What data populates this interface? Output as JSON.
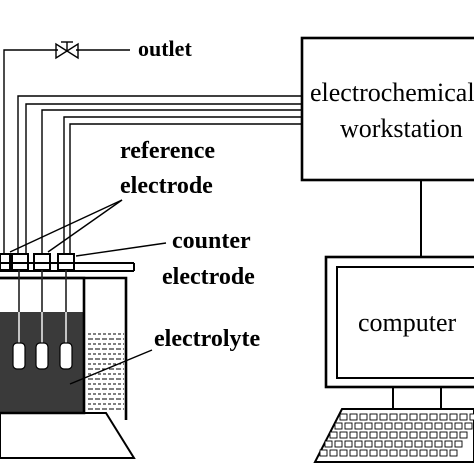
{
  "labels": {
    "outlet": "outlet",
    "workstation_line1": "electrochemical",
    "workstation_line2": "workstation",
    "reference_line1": "reference",
    "reference_line2": "electrode",
    "counter_line1": "counter",
    "counter_line2": "electrode",
    "electrolyte": "electrolyte",
    "computer": "computer"
  }
}
